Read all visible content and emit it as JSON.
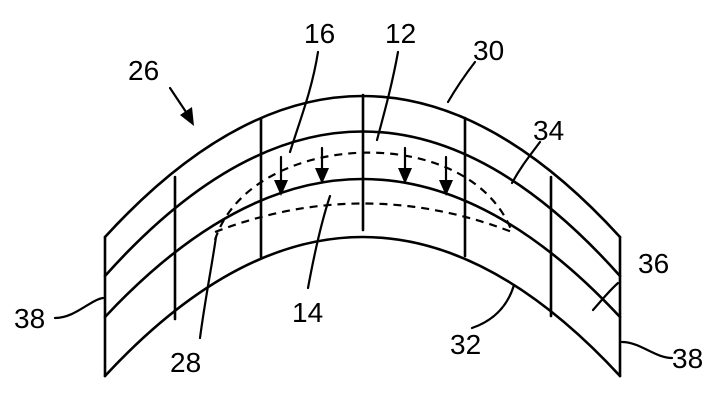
{
  "labels": {
    "l26": "26",
    "l16": "16",
    "l12": "12",
    "l30": "30",
    "l34": "34",
    "l38_left": "38",
    "l28": "28",
    "l14": "14",
    "l32": "32",
    "l36": "36",
    "l38_right": "38"
  }
}
